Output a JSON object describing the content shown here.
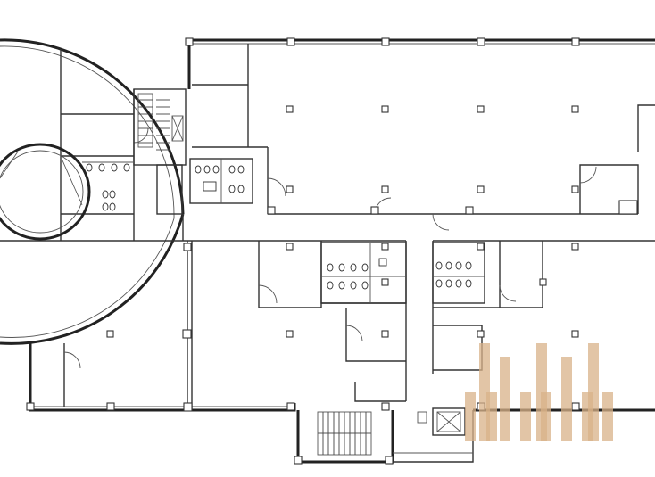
{
  "plan": {
    "type": "architectural floor plan",
    "rooms_labeled": false
  },
  "watermark": {
    "kind": "logo",
    "color": "#d8b288",
    "description_icon": "bar-pattern-logo"
  },
  "colors": {
    "walls": "#222222",
    "background": "#ffffff",
    "watermark": "#d8b288"
  }
}
